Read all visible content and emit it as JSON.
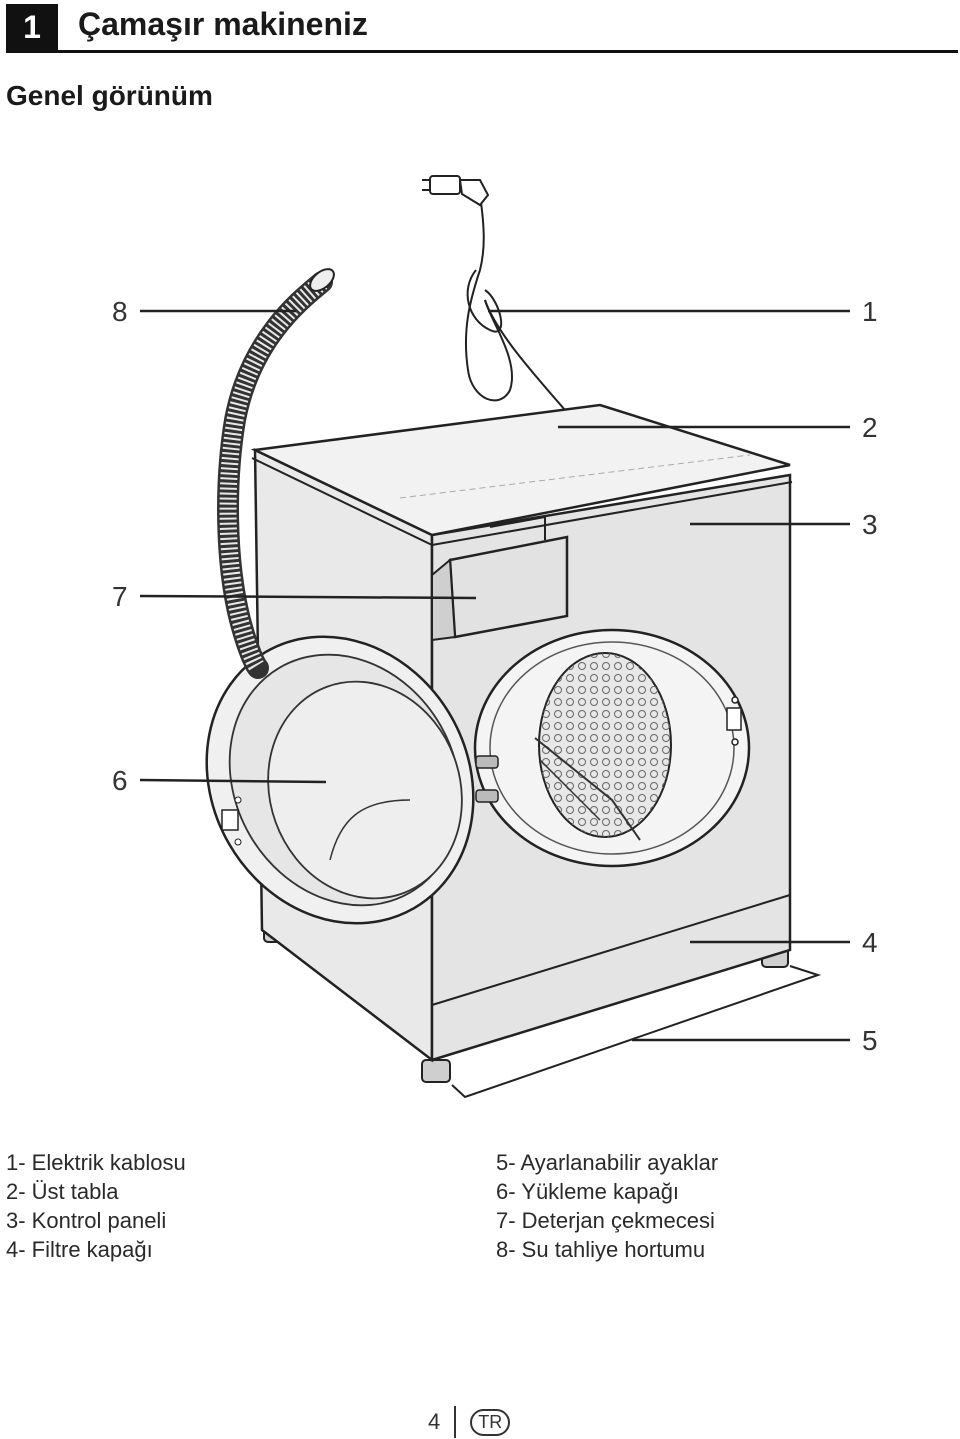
{
  "header": {
    "chapter_number": "1",
    "chapter_title": "Çamaşır makineniz",
    "section_title": "Genel görünüm"
  },
  "diagram": {
    "callouts": [
      "1",
      "2",
      "3",
      "4",
      "5",
      "6",
      "7",
      "8"
    ]
  },
  "legend": {
    "left": [
      "1- Elektrik kablosu",
      "2- Üst tabla",
      "3- Kontrol paneli",
      "4- Filtre kapağı"
    ],
    "right": [
      "5- Ayarlanabilir ayaklar",
      "6- Yükleme kapağı",
      "7- Deterjan çekmecesi",
      "8- Su tahliye hortumu"
    ]
  },
  "footer": {
    "page_number": "4",
    "language": "TR"
  }
}
